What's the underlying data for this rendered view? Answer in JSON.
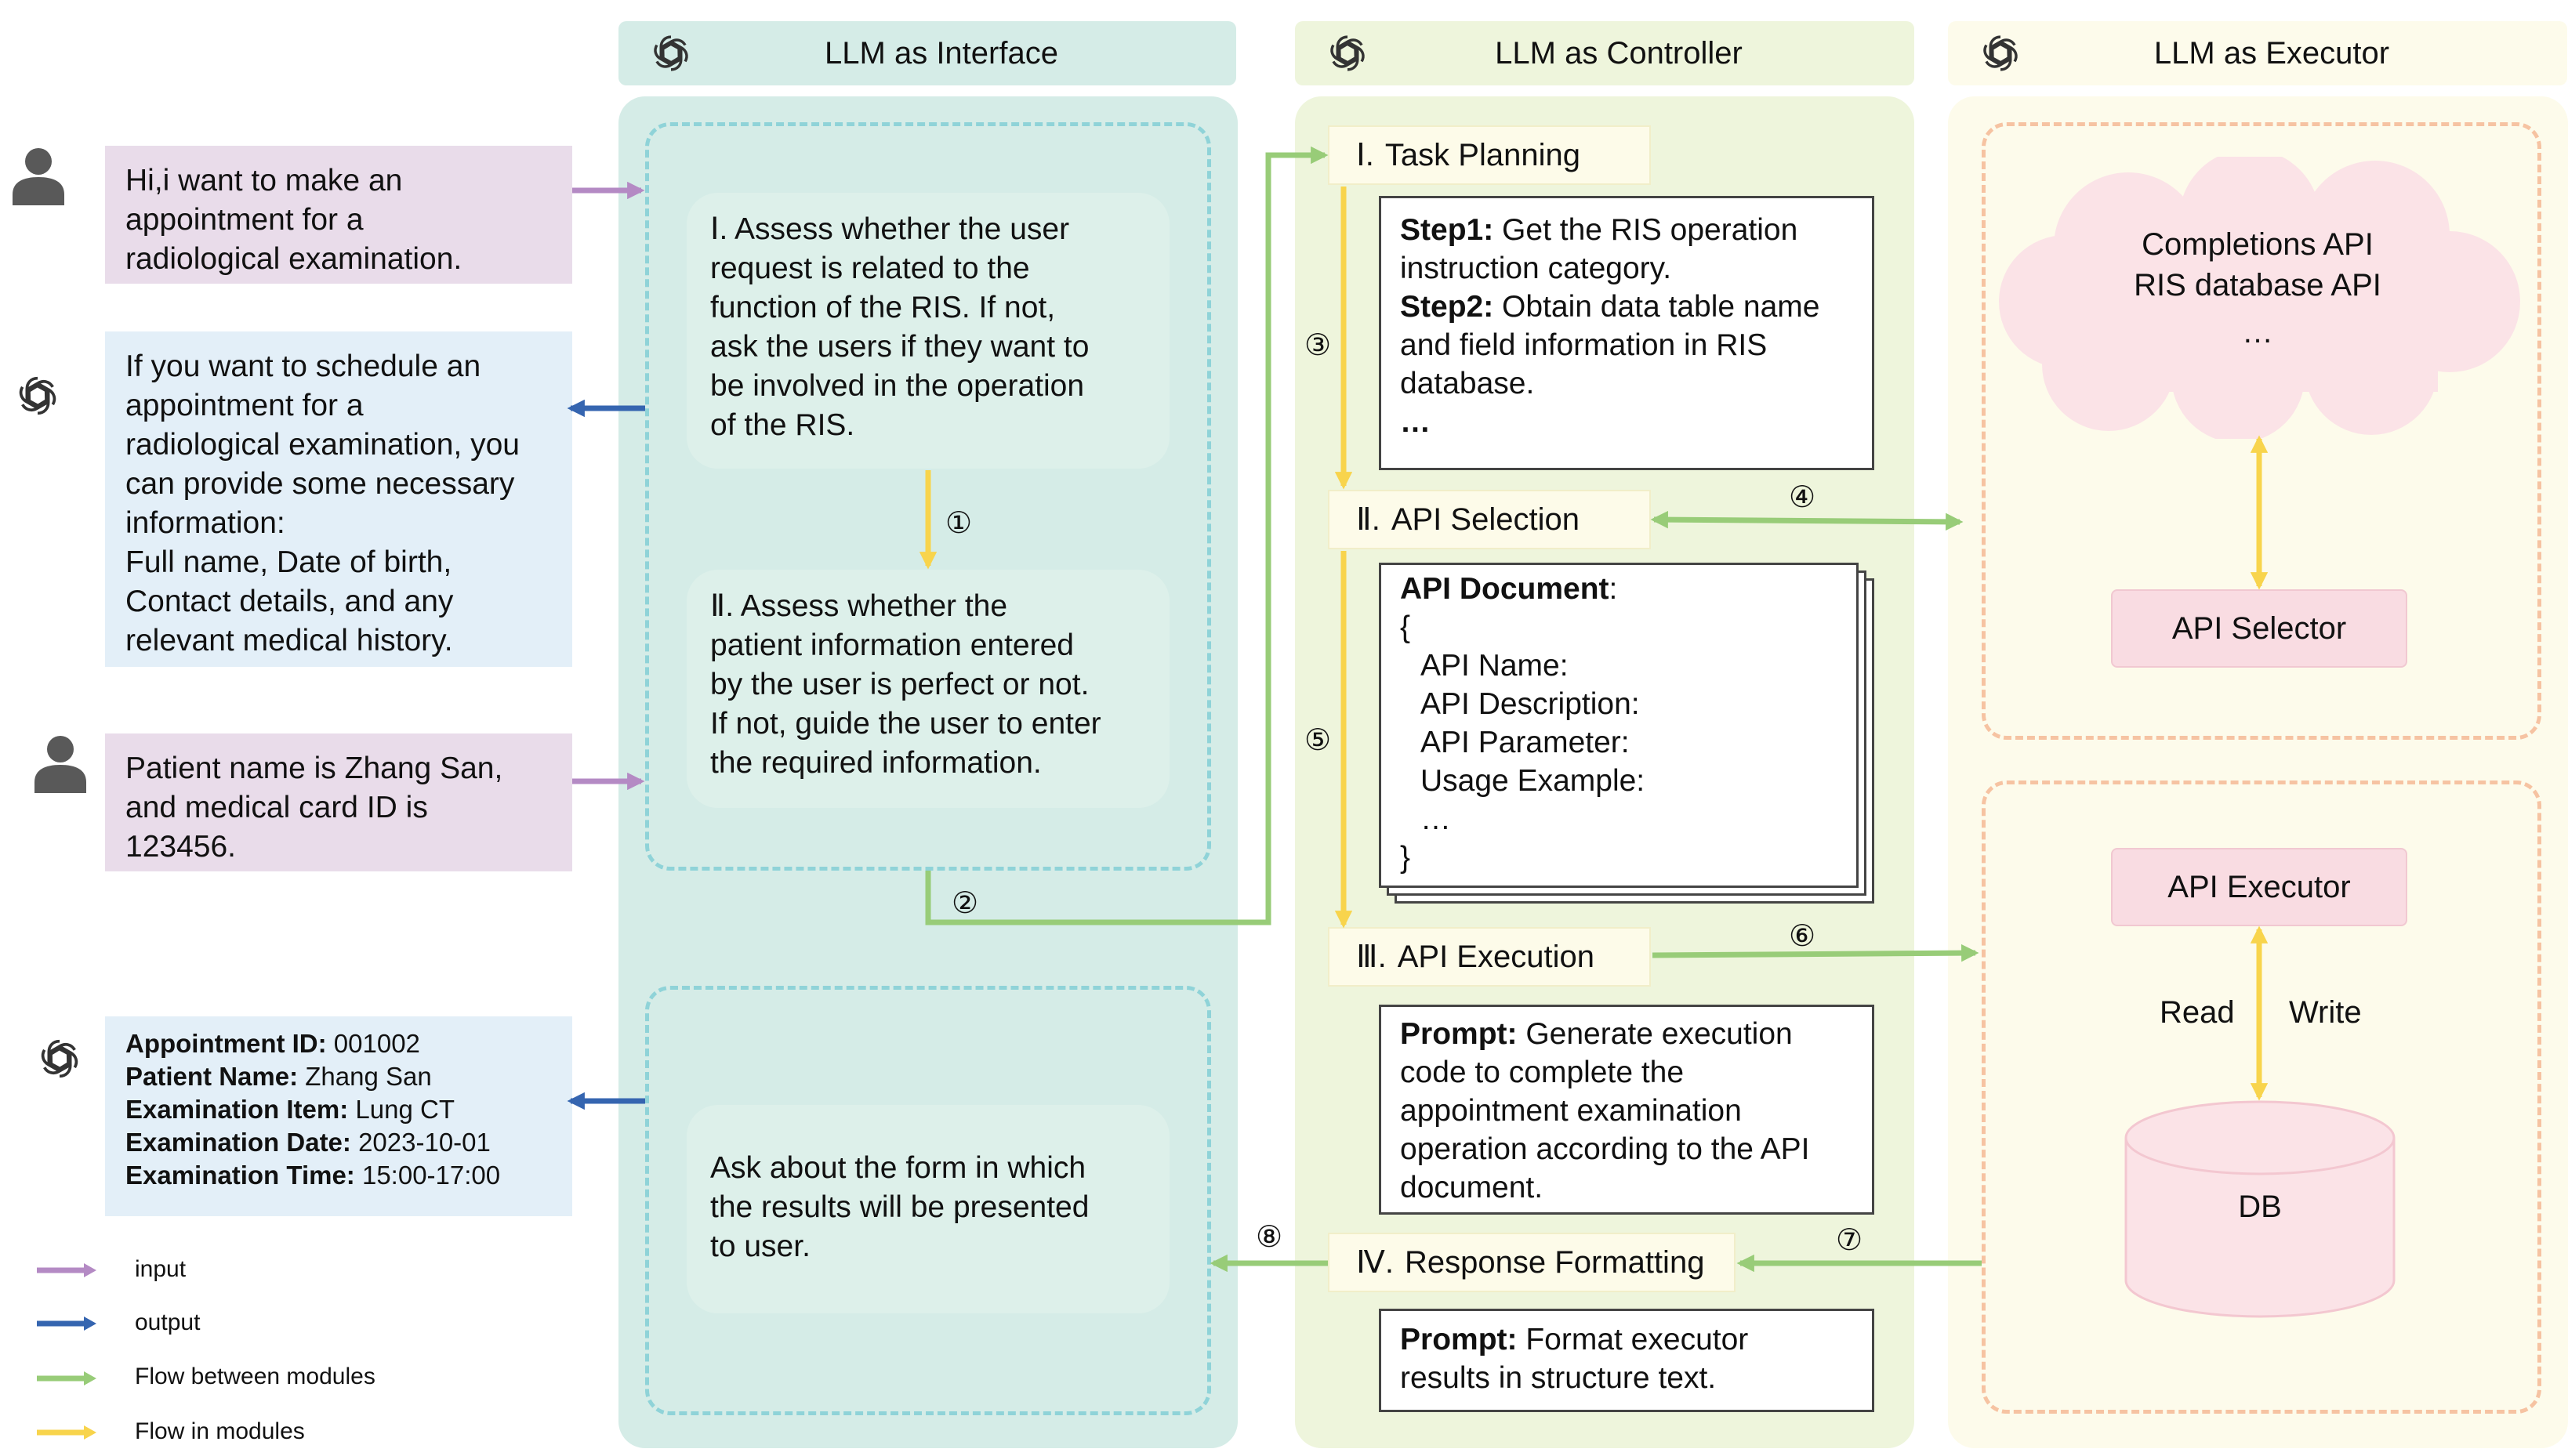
{
  "columns": {
    "interface": {
      "title": "LLM as Interface"
    },
    "controller": {
      "title": "LLM as Controller"
    },
    "executor": {
      "title": "LLM as Executor"
    }
  },
  "chat": [
    {
      "role": "user",
      "lines": [
        "Hi,i want to make an",
        "appointment for a",
        "radiological examination."
      ]
    },
    {
      "role": "assistant",
      "lines": [
        "If you want to schedule an",
        "appointment for a",
        "radiological examination, you",
        "can provide some necessary",
        "information:",
        "Full name, Date of birth,",
        "Contact details, and any",
        "relevant medical history."
      ]
    },
    {
      "role": "user",
      "lines": [
        "Patient name is Zhang San,",
        "and medical card ID is",
        "123456."
      ]
    },
    {
      "role": "assistant",
      "fields": [
        {
          "key": "Appointment ID:",
          "value": " 001002"
        },
        {
          "key": "Patient Name:",
          "value": " Zhang San"
        },
        {
          "key": "Examination Item:",
          "value": " Lung CT"
        },
        {
          "key": "Examination Date:",
          "value": " 2023-10-01"
        },
        {
          "key": "Examination Time:",
          "value": " 15:00-17:00"
        }
      ]
    }
  ],
  "interface_modules": [
    {
      "lines": [
        "Ⅰ. Assess whether the user",
        "request is related to the",
        "function of the RIS. If not,",
        "ask the users if they want to",
        "be involved in the operation",
        "of the RIS."
      ]
    },
    {
      "lines": [
        "Ⅱ. Assess whether the",
        "patient information entered",
        "by the user is perfect or not.",
        "If not, guide the user to enter",
        "the required information."
      ]
    },
    {
      "lines": [
        "Ask about the form in which",
        "the results will be presented",
        "to user."
      ]
    }
  ],
  "controller_steps": [
    {
      "num": "Ⅰ.",
      "label": "Task Planning"
    },
    {
      "num": "Ⅱ.",
      "label": "API Selection"
    },
    {
      "num": "Ⅲ.",
      "label": "API Execution"
    },
    {
      "num": "Ⅳ.",
      "label": "Response Formatting"
    }
  ],
  "task_planning_box": {
    "step1_key": "Step1:",
    "step1_line1": " Get the RIS operation",
    "step1_line2": "instruction category.",
    "step2_key": "Step2:",
    "step2_line1": " Obtain data table name",
    "step2_line2": "and field information in RIS",
    "step2_line3": "database.",
    "ellipsis": "…"
  },
  "api_document": {
    "title": "API Document",
    "title_suffix": ":",
    "open_brace": "{",
    "fields": [
      "API Name:",
      "API Description:",
      "API Parameter:",
      "Usage Example:",
      "…"
    ],
    "close_brace": "}"
  },
  "execution_prompt": {
    "key": "Prompt:",
    "lines": [
      " Generate execution",
      "code to complete the",
      "appointment examination",
      "operation according to the API",
      "document."
    ]
  },
  "format_prompt": {
    "key": "Prompt:",
    "lines": [
      " Format executor",
      "results  in structure text."
    ]
  },
  "executor": {
    "cloud_lines": [
      "Completions API",
      "RIS database API",
      "…"
    ],
    "api_selector": "API Selector",
    "api_executor": "API Executor",
    "read": "Read",
    "write": "Write",
    "db": "DB"
  },
  "markers": [
    "①",
    "②",
    "③",
    "④",
    "⑤",
    "⑥",
    "⑦",
    "⑧"
  ],
  "legend": [
    {
      "label": "input",
      "color": "#b48ac4"
    },
    {
      "label": "output",
      "color": "#3565b0"
    },
    {
      "label": "Flow between modules",
      "color": "#98cc78"
    },
    {
      "label": "Flow in modules",
      "color": "#f8d44c"
    }
  ],
  "colors": {
    "input": "#b48ac4",
    "output": "#3565b0",
    "between": "#98cc78",
    "within": "#f8d44c",
    "interface_panel": "#d5ece7",
    "controller_panel": "#eef5dc",
    "executor_panel": "#fdfbeb"
  }
}
